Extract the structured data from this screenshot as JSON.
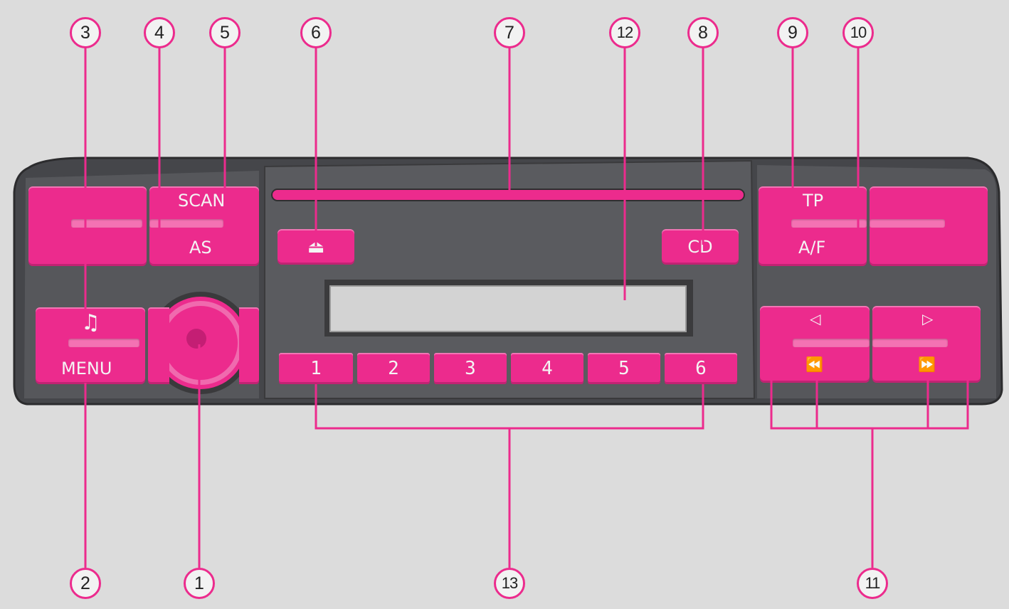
{
  "buttons": {
    "scan": "SCAN",
    "as": "AS",
    "eject": "⏏",
    "cd": "CD",
    "tp": "TP",
    "af": "A/F",
    "music": "♫",
    "menu": "MENU",
    "prev": "◁",
    "next": "▷",
    "rewind": "⏪",
    "forward": "⏩"
  },
  "presets": [
    "1",
    "2",
    "3",
    "4",
    "5",
    "6"
  ],
  "callouts": {
    "c1": "1",
    "c2": "2",
    "c3": "3",
    "c4": "4",
    "c5": "5",
    "c6": "6",
    "c7": "7",
    "c8": "8",
    "c9": "9",
    "c10": "10",
    "c11": "11",
    "c12": "12",
    "c13": "13"
  },
  "colors": {
    "accent": "#ec2b8d",
    "panel": "#4a4b4f",
    "background": "#dcdcdc",
    "display": "#d3d3d3"
  }
}
